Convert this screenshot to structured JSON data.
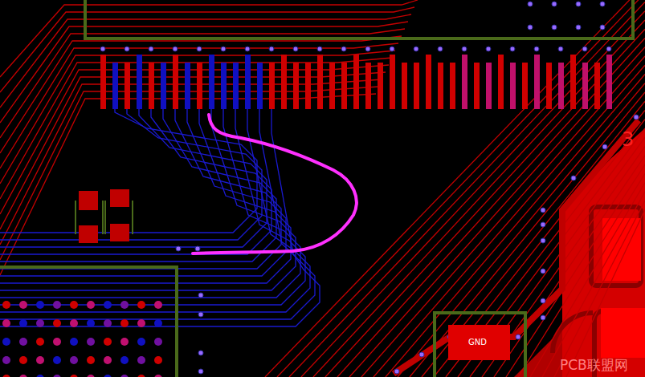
{
  "diagram": {
    "labels": [
      "3",
      "GND",
      "PCB联盟网"
    ]
  }
}
